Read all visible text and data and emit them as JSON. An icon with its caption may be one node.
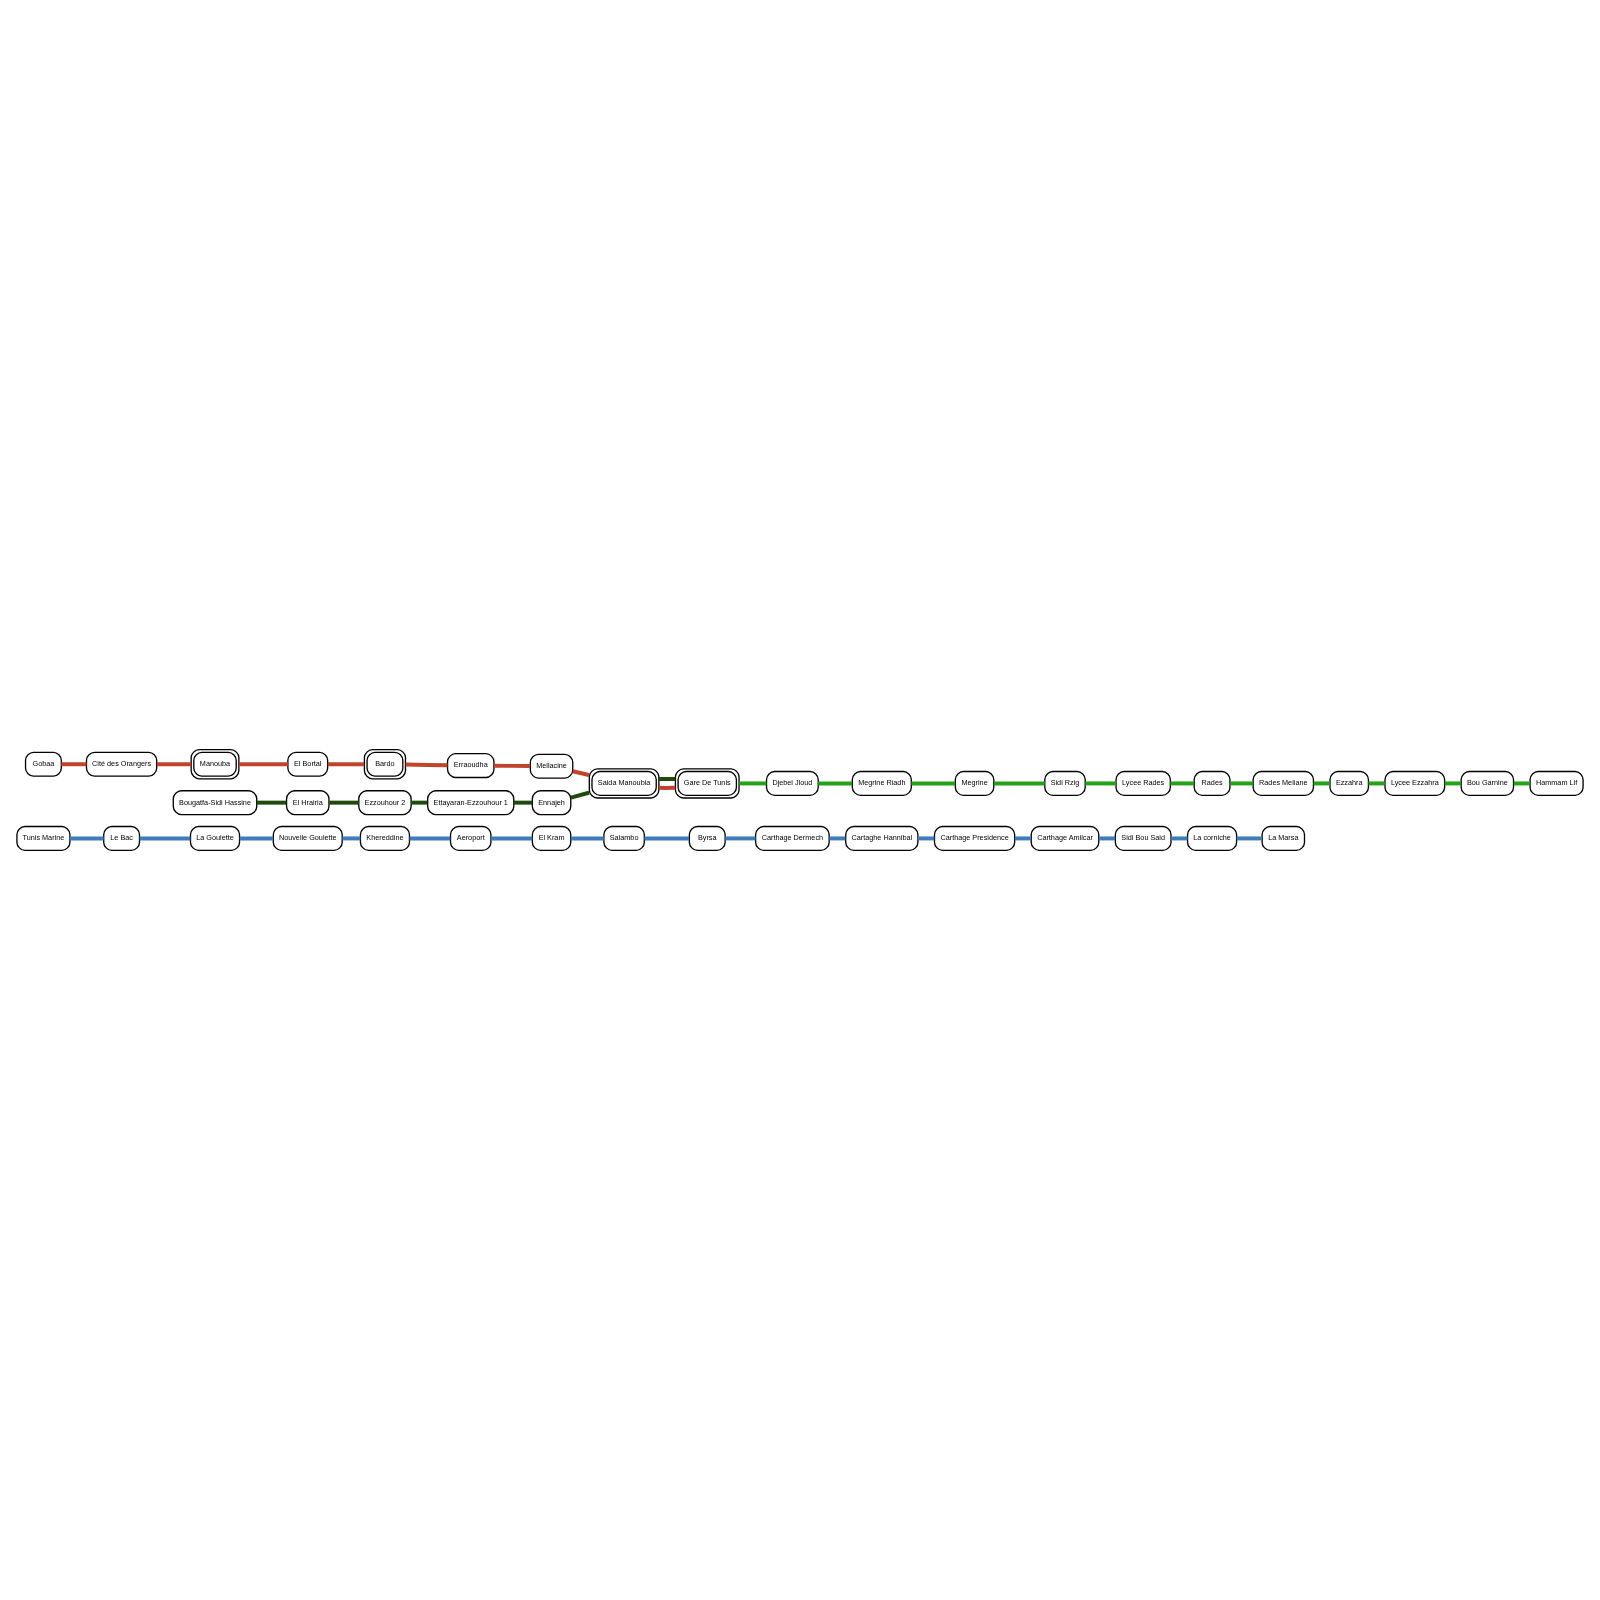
{
  "diagram": {
    "nodes": [
      {
        "text": [
          "Khereddine"
        ]
      },
      {
        "text": [
          "Aeroport"
        ]
      },
      {
        "text": [
          "El Kram"
        ]
      },
      {
        "text": [
          "Salambo"
        ]
      },
      {
        "text": [
          "Byrsa"
        ]
      },
      {
        "text": [
          "Carthage Dermech"
        ]
      },
      {
        "text": [
          "Cartaghe Hannibal"
        ]
      },
      {
        "text": [
          "Carthage Presidence"
        ]
      },
      {
        "text": [
          "Carthage Amilcar"
        ]
      },
      {
        "text": [
          "Sidi Bou Said"
        ]
      },
      {
        "text": [
          "La corniche"
        ]
      },
      {
        "text": [
          "La Marsa"
        ]
      },
      {
        "text": [
          "Nouvelle Goulette"
        ]
      },
      {
        "text": [
          "La Goulette"
        ]
      },
      {
        "text": [
          "Le Bac"
        ]
      },
      {
        "text": [
          "Tunis Marine"
        ]
      },
      {
        "text": [
          "Gobaa"
        ]
      },
      {
        "text": [
          "Cité des Orangers"
        ]
      },
      {
        "text": [
          "Manouba"
        ]
      },
      {
        "text": [
          "El Bortal"
        ]
      },
      {
        "text": [
          "Bardo"
        ]
      },
      {
        "text": [
          "Erraoudha"
        ]
      },
      {
        "text": [
          "Mellacine"
        ]
      },
      {
        "text": [
          "Saida Manoubia"
        ]
      },
      {
        "text": [
          "Gare De Tunis"
        ]
      },
      {
        "text": [
          "Bougatfa-Sidi Hassine"
        ]
      },
      {
        "text": [
          "El Hrairia"
        ]
      },
      {
        "text": [
          "Ezzouhour 2"
        ]
      },
      {
        "text": [
          "Ettayaran-Ezzouhour 1"
        ]
      },
      {
        "text": [
          "Ennajeh"
        ]
      },
      {
        "text": [
          "Djebel Jloud"
        ]
      },
      {
        "text": [
          "Megrine Riadh"
        ]
      },
      {
        "text": [
          "Megrine"
        ]
      },
      {
        "text": [
          "Sidi Rzig"
        ]
      },
      {
        "text": [
          "Lycee Rades"
        ]
      },
      {
        "text": [
          "Rades"
        ]
      },
      {
        "text": [
          "Rades Meliane"
        ]
      },
      {
        "text": [
          "Ezzahra"
        ]
      },
      {
        "text": [
          "Lycee Ezzahra"
        ]
      },
      {
        "text": [
          "Bou Garnine"
        ]
      },
      {
        "text": [
          "Hammam Lif"
        ]
      }
    ],
    "edges": [
      {
        "from": 15,
        "to": 14,
        "arrow": "none",
        "color": "#3f7bbd"
      },
      {
        "from": 14,
        "to": 13,
        "arrow": "none",
        "color": "#3f7bbd"
      },
      {
        "from": 13,
        "to": 12,
        "arrow": "none",
        "color": "#3f7bbd"
      },
      {
        "from": 12,
        "to": 0,
        "arrow": "none",
        "color": "#3f7bbd"
      },
      {
        "from": 0,
        "to": 1,
        "arrow": "none",
        "color": "#3f7bbd"
      },
      {
        "from": 1,
        "to": 2,
        "arrow": "none",
        "color": "#3f7bbd"
      },
      {
        "from": 2,
        "to": 3,
        "arrow": "none",
        "color": "#3f7bbd"
      },
      {
        "from": 3,
        "to": 4,
        "arrow": "none",
        "color": "#3f7bbd"
      },
      {
        "from": 4,
        "to": 5,
        "arrow": "none",
        "color": "#3f7bbd"
      },
      {
        "from": 5,
        "to": 6,
        "arrow": "none",
        "color": "#3f7bbd"
      },
      {
        "from": 6,
        "to": 7,
        "arrow": "none",
        "color": "#3f7bbd"
      },
      {
        "from": 7,
        "to": 8,
        "arrow": "none",
        "color": "#3f7bbd"
      },
      {
        "from": 8,
        "to": 9,
        "arrow": "none",
        "color": "#3f7bbd"
      },
      {
        "from": 9,
        "to": 10,
        "arrow": "none",
        "color": "#3f7bbd"
      },
      {
        "from": 10,
        "to": 11,
        "arrow": "none",
        "color": "#3f7bbd"
      },
      {
        "from": 16,
        "to": 17,
        "arrow": "none",
        "color": "#c1432c"
      },
      {
        "from": 17,
        "to": 18,
        "arrow": "none",
        "color": "#c1432c"
      },
      {
        "from": 18,
        "to": 19,
        "arrow": "none",
        "color": "#c1432c"
      },
      {
        "from": 19,
        "to": 20,
        "arrow": "none",
        "color": "#c1432c"
      },
      {
        "from": 20,
        "to": 21,
        "arrow": "none",
        "color": "#c1432c"
      },
      {
        "from": 21,
        "to": 22,
        "arrow": "none",
        "color": "#c1432c"
      },
      {
        "from": 22,
        "to": 23,
        "arrow": "none",
        "color": "#c1432c"
      },
      {
        "from": 23,
        "to": 24,
        "arrow": "none",
        "color": "#c1432c"
      },
      {
        "from": 25,
        "to": 26,
        "arrow": "none",
        "color": "#1e4b0c"
      },
      {
        "from": 26,
        "to": 27,
        "arrow": "none",
        "color": "#1e4b0c"
      },
      {
        "from": 27,
        "to": 28,
        "arrow": "none",
        "color": "#1e4b0c"
      },
      {
        "from": 28,
        "to": 29,
        "arrow": "none",
        "color": "#1e4b0c"
      },
      {
        "from": 29,
        "to": 23,
        "arrow": "none",
        "color": "#1e4b0c"
      },
      {
        "from": 23,
        "to": 24,
        "arrow": "none",
        "color": "#1e4b0c"
      },
      {
        "from": 24,
        "to": 30,
        "arrow": "none",
        "color": "#24a019"
      },
      {
        "from": 30,
        "to": 31,
        "arrow": "none",
        "color": "#24a019"
      },
      {
        "from": 31,
        "to": 32,
        "arrow": "none",
        "color": "#24a019"
      },
      {
        "from": 32,
        "to": 33,
        "arrow": "none",
        "color": "#24a019"
      },
      {
        "from": 33,
        "to": 34,
        "arrow": "none",
        "color": "#24a019"
      },
      {
        "from": 34,
        "to": 35,
        "arrow": "none",
        "color": "#24a019"
      },
      {
        "from": 35,
        "to": 36,
        "arrow": "none",
        "color": "#24a019"
      },
      {
        "from": 36,
        "to": 37,
        "arrow": "none",
        "color": "#24a019"
      },
      {
        "from": 37,
        "to": 38,
        "arrow": "none",
        "color": "#24a019"
      },
      {
        "from": 38,
        "to": 39,
        "arrow": "none",
        "color": "#24a019"
      },
      {
        "from": 39,
        "to": 40,
        "arrow": "none",
        "color": "#24a019"
      }
    ]
  }
}
